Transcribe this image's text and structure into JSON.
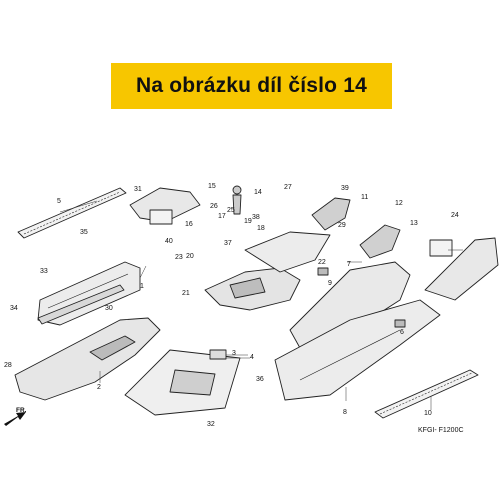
{
  "banner": {
    "text": "Na obrázku díl číslo 14",
    "color": "#f7c600"
  },
  "diagram": {
    "code": "KFGI- F1200C",
    "direction": "FR.",
    "labels": [
      "1",
      "2",
      "3",
      "4",
      "5",
      "6",
      "7",
      "8",
      "9",
      "10",
      "11",
      "12",
      "13",
      "14",
      "15",
      "16",
      "17",
      "18",
      "19",
      "20",
      "21",
      "22",
      "23",
      "24",
      "25",
      "26",
      "27",
      "28",
      "29",
      "30",
      "31",
      "32",
      "33",
      "34",
      "35",
      "36",
      "37",
      "38",
      "39",
      "40"
    ]
  }
}
